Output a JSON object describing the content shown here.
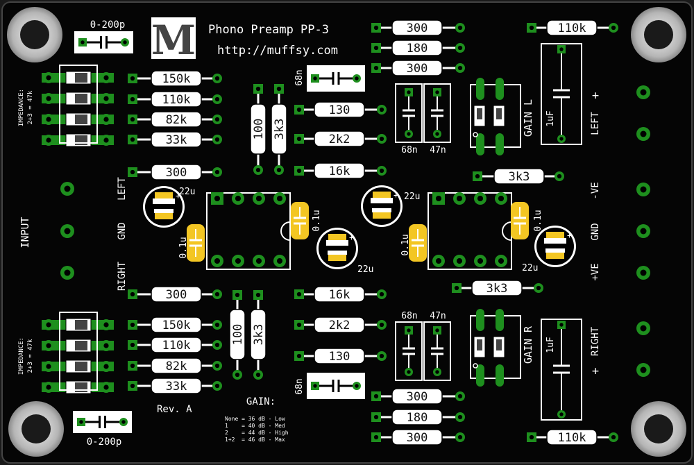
{
  "header": {
    "logo_letter": "M",
    "title": "Phono Preamp PP-3",
    "url": "http://muffsy.com"
  },
  "revision": "Rev. A",
  "input_label": "INPUT",
  "impedance": {
    "line1": "IMPEDANCE:",
    "line2": "2+3 = 47k"
  },
  "caps_200p": {
    "top": "0-200p",
    "bottom": "0-200p"
  },
  "left_channel_resistors": {
    "r150k": "150k",
    "r110k": "110k",
    "r82k": "82k",
    "r33k": "33k",
    "r300": "300"
  },
  "right_channel_resistors": {
    "r300": "300",
    "r150k": "150k",
    "r110k": "110k",
    "r82k": "82k",
    "r33k": "33k"
  },
  "vertical_resistors": {
    "top_100": "100",
    "top_3k3": "3k3",
    "bottom_100": "100",
    "bottom_3k3": "3k3"
  },
  "center_top": {
    "cap_68n": "68n",
    "r130": "130",
    "r2k2": "2k2",
    "r16k": "16k"
  },
  "center_bottom": {
    "r16k": "16k",
    "r2k2": "2k2",
    "r130": "130",
    "cap_68n": "68n"
  },
  "gain_top_resistors": [
    "300",
    "180",
    "300"
  ],
  "gain_bottom_resistors": [
    "300",
    "180",
    "300"
  ],
  "gain_left": {
    "cap1": "68n",
    "cap2": "47n",
    "label": "GAIN L",
    "cap_1uf": "1uF"
  },
  "gain_right": {
    "cap1": "68n",
    "cap2": "47n",
    "label": "GAIN R",
    "cap_1uf": "1uF"
  },
  "misc_resistors": {
    "r110k_top": "110k",
    "r110k_bottom": "110k",
    "r3k3_upper": "3k3",
    "r3k3_lower": "3k3"
  },
  "capacitors": {
    "c22u_1": "22u",
    "c22u_2": "22u",
    "c22u_3": "22u",
    "c22u_4": "22u",
    "c01u_1": "0.1u",
    "c01u_2": "0.1u",
    "c01u_3": "0.1u",
    "c01u_4": "0.1u"
  },
  "input_labels": {
    "left": "LEFT",
    "gnd": "GND",
    "right": "RIGHT"
  },
  "output_labels": {
    "left_plus": "+",
    "left": "LEFT",
    "neg_ve": "-VE",
    "gnd": "GND",
    "pos_ve": "+VE",
    "right": "RIGHT",
    "right_plus": "+"
  },
  "gain_table": {
    "title": "GAIN:",
    "rows": [
      "None = 36 dB - Low",
      "1    = 40 dB - Med",
      "2    = 44 dB - High",
      "1+2  = 46 dB - Max"
    ]
  },
  "colors": {
    "board": "#050505",
    "silkscreen": "#ffffff",
    "pad": "#1e8f1e",
    "cap_yellow": "#f3c623",
    "hole_ring": "#c8c8c8"
  }
}
